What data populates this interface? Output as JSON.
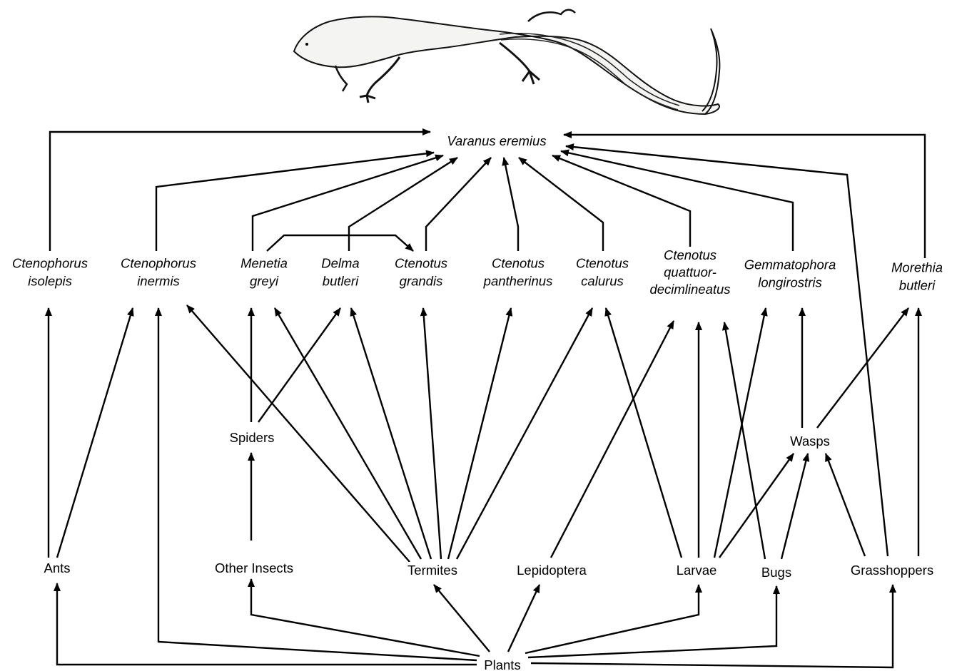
{
  "diagram": {
    "type": "food web",
    "apex": {
      "id": "varanus",
      "label": "Varanus eremius",
      "italic": true
    },
    "illustration": "lizard-illustration",
    "predators": [
      {
        "id": "c_isolepis",
        "lines": [
          "Ctenophorus",
          "isolepis"
        ],
        "italic": true
      },
      {
        "id": "c_inermis",
        "lines": [
          "Ctenophorus",
          "inermis"
        ],
        "italic": true
      },
      {
        "id": "m_greyi",
        "lines": [
          "Menetia",
          "greyi"
        ],
        "italic": true
      },
      {
        "id": "d_butleri",
        "lines": [
          "Delma",
          "butleri"
        ],
        "italic": true
      },
      {
        "id": "ct_grandis",
        "lines": [
          "Ctenotus",
          "grandis"
        ],
        "italic": true
      },
      {
        "id": "ct_pantherinus",
        "lines": [
          "Ctenotus",
          "pantherinus"
        ],
        "italic": true
      },
      {
        "id": "ct_calurus",
        "lines": [
          "Ctenotus",
          "calurus"
        ],
        "italic": true
      },
      {
        "id": "ct_quattuor",
        "lines": [
          "Ctenotus",
          "quattuor-",
          "decimlineatus"
        ],
        "italic": true
      },
      {
        "id": "g_longirostris",
        "lines": [
          "Gemmatophora",
          "longirostris"
        ],
        "italic": true
      },
      {
        "id": "mo_butleri",
        "lines": [
          "Morethia",
          "butleri"
        ],
        "italic": true
      }
    ],
    "intermediates": [
      {
        "id": "spiders",
        "label": "Spiders"
      },
      {
        "id": "wasps",
        "label": "Wasps"
      }
    ],
    "prey": [
      {
        "id": "ants",
        "label": "Ants"
      },
      {
        "id": "other_insects",
        "label": "Other Insects"
      },
      {
        "id": "termites",
        "label": "Termites"
      },
      {
        "id": "lepidoptera",
        "label": "Lepidoptera"
      },
      {
        "id": "larvae",
        "label": "Larvae"
      },
      {
        "id": "bugs",
        "label": "Bugs"
      },
      {
        "id": "grasshoppers",
        "label": "Grasshoppers"
      }
    ],
    "base": {
      "id": "plants",
      "label": "Plants"
    },
    "edges": [
      {
        "from": "c_isolepis",
        "to": "varanus"
      },
      {
        "from": "c_inermis",
        "to": "varanus"
      },
      {
        "from": "m_greyi",
        "to": "varanus"
      },
      {
        "from": "d_butleri",
        "to": "varanus"
      },
      {
        "from": "ct_grandis",
        "to": "varanus"
      },
      {
        "from": "ct_pantherinus",
        "to": "varanus"
      },
      {
        "from": "ct_calurus",
        "to": "varanus"
      },
      {
        "from": "ct_quattuor",
        "to": "varanus"
      },
      {
        "from": "g_longirostris",
        "to": "varanus"
      },
      {
        "from": "grasshoppers",
        "to": "varanus"
      },
      {
        "from": "mo_butleri",
        "to": "varanus"
      },
      {
        "from": "m_greyi",
        "to": "ct_grandis"
      },
      {
        "from": "ants",
        "to": "c_isolepis"
      },
      {
        "from": "ants",
        "to": "c_inermis"
      },
      {
        "from": "spiders",
        "to": "m_greyi"
      },
      {
        "from": "spiders",
        "to": "d_butleri"
      },
      {
        "from": "other_insects",
        "to": "spiders"
      },
      {
        "from": "termites",
        "to": "c_inermis"
      },
      {
        "from": "termites",
        "to": "m_greyi"
      },
      {
        "from": "termites",
        "to": "d_butleri"
      },
      {
        "from": "termites",
        "to": "ct_grandis"
      },
      {
        "from": "termites",
        "to": "ct_pantherinus"
      },
      {
        "from": "termites",
        "to": "ct_calurus"
      },
      {
        "from": "lepidoptera",
        "to": "ct_quattuor"
      },
      {
        "from": "larvae",
        "to": "ct_calurus"
      },
      {
        "from": "larvae",
        "to": "ct_quattuor"
      },
      {
        "from": "larvae",
        "to": "g_longirostris"
      },
      {
        "from": "larvae",
        "to": "wasps"
      },
      {
        "from": "bugs",
        "to": "ct_quattuor"
      },
      {
        "from": "bugs",
        "to": "wasps"
      },
      {
        "from": "grasshoppers",
        "to": "wasps"
      },
      {
        "from": "wasps",
        "to": "g_longirostris"
      },
      {
        "from": "wasps",
        "to": "mo_butleri"
      },
      {
        "from": "grasshoppers",
        "to": "mo_butleri"
      },
      {
        "from": "plants",
        "to": "ants"
      },
      {
        "from": "plants",
        "to": "c_inermis"
      },
      {
        "from": "plants",
        "to": "other_insects"
      },
      {
        "from": "plants",
        "to": "termites"
      },
      {
        "from": "plants",
        "to": "lepidoptera"
      },
      {
        "from": "plants",
        "to": "larvae"
      },
      {
        "from": "plants",
        "to": "bugs"
      },
      {
        "from": "plants",
        "to": "grasshoppers"
      }
    ]
  }
}
